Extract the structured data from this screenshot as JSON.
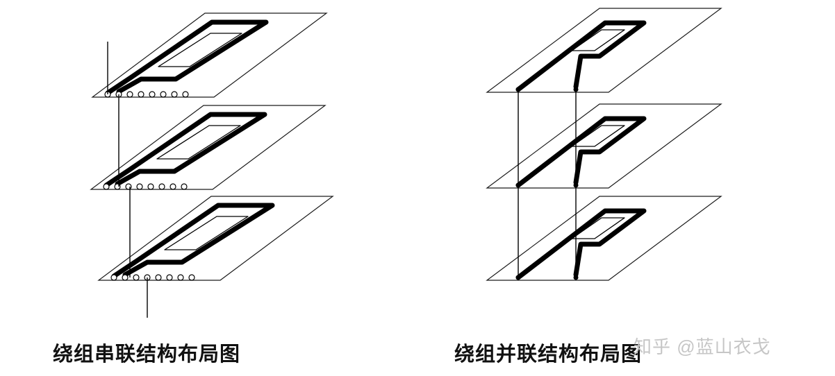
{
  "page": {
    "background": "#ffffff"
  },
  "diagrams": {
    "series": {
      "caption": "绕组串联结构布局图",
      "connection": "series",
      "layer_count": 3
    },
    "parallel": {
      "caption": "绕组并联结构布局图",
      "connection": "parallel",
      "layer_count": 3
    }
  },
  "watermark": {
    "text": "知乎 @蓝山衣戈",
    "color": "#c6c6c6"
  },
  "colors": {
    "line": "#000000",
    "trace": "#000000",
    "background": "#ffffff"
  }
}
